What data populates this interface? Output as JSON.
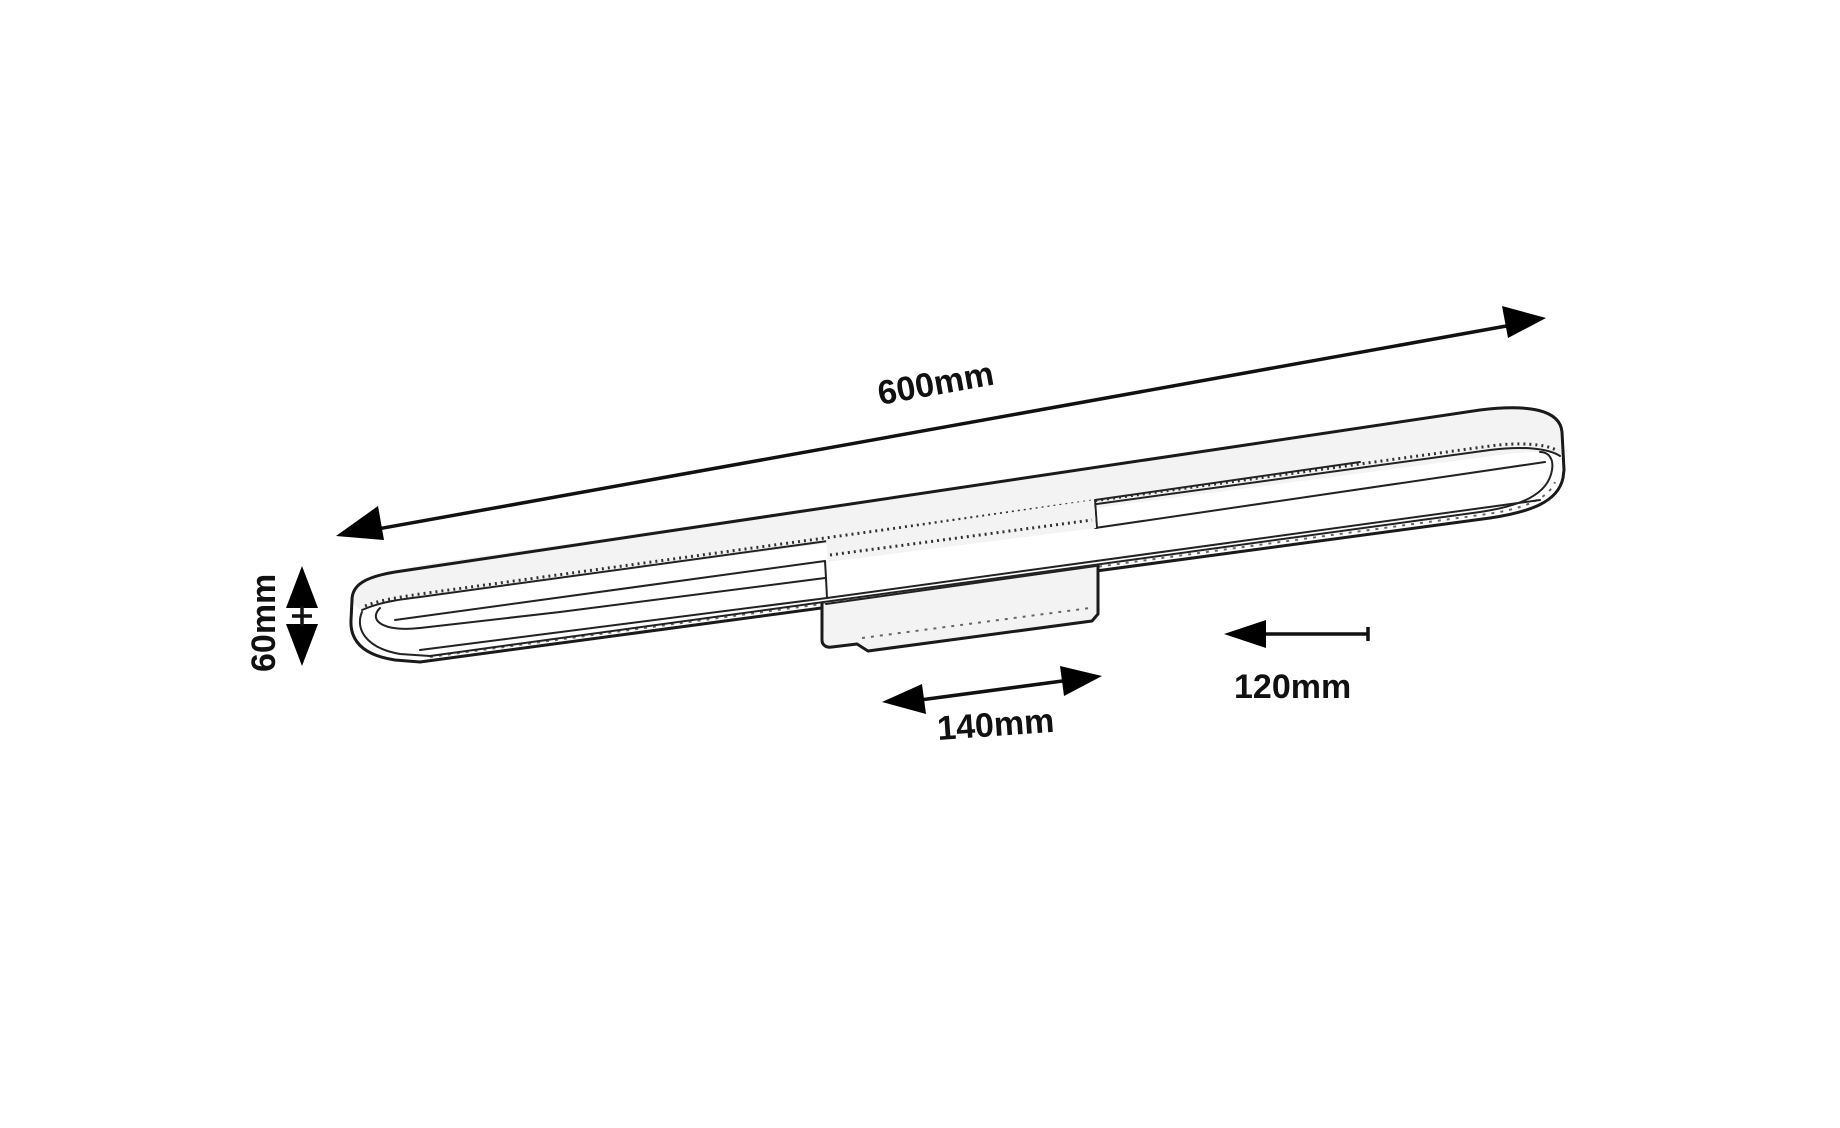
{
  "drawing": {
    "subject": "Linear LED wall lamp (oval ring bar) dimension drawing",
    "background_color": "#ffffff",
    "line_color": "#1a1a1a"
  },
  "dimensions": {
    "length": {
      "label": "600mm",
      "value": 600,
      "unit": "mm"
    },
    "height": {
      "label": "60mm",
      "value": 60,
      "unit": "mm"
    },
    "bracket_width": {
      "label": "140mm",
      "value": 140,
      "unit": "mm"
    },
    "projection": {
      "label": "120mm",
      "value": 120,
      "unit": "mm"
    }
  }
}
